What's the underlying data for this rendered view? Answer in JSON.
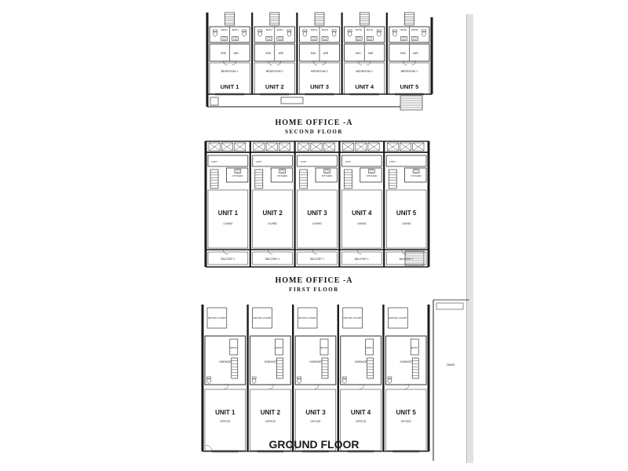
{
  "plans": [
    {
      "title": "HOME OFFICE -A",
      "subtitle": "SECOND FLOOR",
      "units": [
        {
          "label": "UNIT 1",
          "room": "BEDROOM 1"
        },
        {
          "label": "UNIT 2",
          "room": "BEDROOM 1"
        },
        {
          "label": "UNIT 3",
          "room": "BEDROOM 1"
        },
        {
          "label": "UNIT 4",
          "room": "BEDROOM 1"
        },
        {
          "label": "UNIT 5",
          "room": "BEDROOM 1"
        }
      ],
      "fixture_labels": [
        "BATH",
        "ENS",
        "WIR"
      ]
    },
    {
      "title": "HOME OFFICE -A",
      "subtitle": "FIRST FLOOR",
      "units": [
        {
          "label": "UNIT 1",
          "room": "LIVING",
          "balcony": "BALCONY 1"
        },
        {
          "label": "UNIT 2",
          "room": "LIVING",
          "balcony": "BALCONY 1"
        },
        {
          "label": "UNIT 3",
          "room": "LIVING",
          "balcony": "BALCONY 1"
        },
        {
          "label": "UNIT 4",
          "room": "LIVING",
          "balcony": "BALCONY 1"
        },
        {
          "label": "UNIT 5",
          "room": "LIVING",
          "balcony": "BALCONY 1"
        }
      ],
      "fixture_labels": [
        "LOFT",
        "KITCHEN"
      ]
    },
    {
      "title": "GROUND FLOOR",
      "subtitle": "",
      "units": [
        {
          "label": "UNIT 1",
          "room": "OFFICE",
          "garage": "GARAGE"
        },
        {
          "label": "UNIT 2",
          "room": "OFFICE",
          "garage": "GARAGE"
        },
        {
          "label": "UNIT 3",
          "room": "OFFICE",
          "garage": "GARAGE"
        },
        {
          "label": "UNIT 4",
          "room": "OFFICE",
          "garage": "GARAGE"
        },
        {
          "label": "UNIT 5",
          "room": "OFFICE",
          "garage": "GARAGE"
        }
      ],
      "fixture_labels": [
        "DRYING COURT",
        "ENTRY"
      ],
      "site_note": "CRAVE"
    }
  ],
  "colors": {
    "ink": "#1a1a1a",
    "wall": "#111111",
    "paper": "#ffffff"
  }
}
